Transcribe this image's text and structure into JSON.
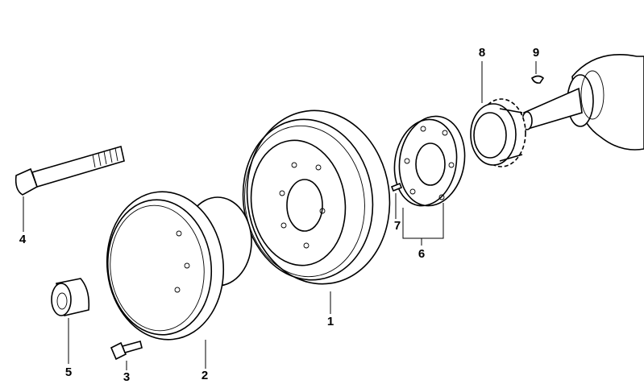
{
  "callouts": {
    "p1": "1",
    "p2": "2",
    "p3": "3",
    "p4": "4",
    "p5": "5",
    "p6": "6",
    "p7": "7",
    "p8": "8",
    "p9": "9"
  }
}
